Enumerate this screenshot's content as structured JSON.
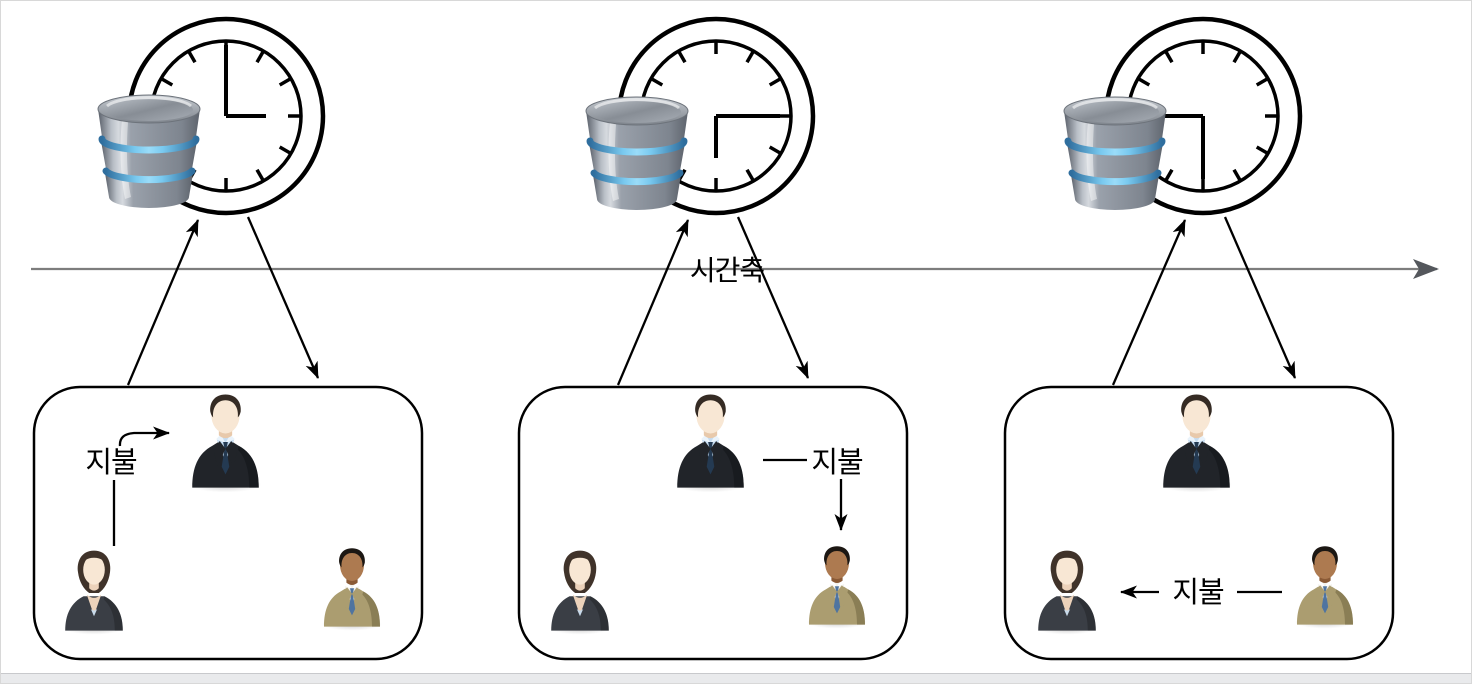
{
  "timeline": {
    "label": "시간축",
    "line_color": "#7d7d7d",
    "arrowhead_color": "#54575c"
  },
  "icons": {
    "database": {
      "name": "database-icon",
      "body_color": "#8d949e",
      "ring_color": "#79c9ef"
    },
    "clock": {
      "name": "clock-icon",
      "outline_color": "#000000"
    }
  },
  "clocks": [
    {
      "long_hand": "up",
      "short_hand": "right"
    },
    {
      "long_hand": "right",
      "short_hand": "down"
    },
    {
      "long_hand": "down",
      "short_hand": "left"
    }
  ],
  "panels": [
    {
      "payment_label": "지불",
      "payment_from": "businesswoman",
      "payment_to": "businessman-black-suit",
      "actors": [
        "businessman-black-suit",
        "businesswoman",
        "businessman-tan-suit"
      ]
    },
    {
      "payment_label": "지불",
      "payment_from": "businessman-black-suit",
      "payment_to": "businessman-tan-suit",
      "actors": [
        "businessman-black-suit",
        "businesswoman",
        "businessman-tan-suit"
      ]
    },
    {
      "payment_label": "지불",
      "payment_from": "businessman-tan-suit",
      "payment_to": "businesswoman",
      "actors": [
        "businessman-black-suit",
        "businesswoman",
        "businessman-tan-suit"
      ]
    }
  ],
  "colors": {
    "background": "#ffffff",
    "box_border": "#000000",
    "bottom_strip": "#e9eaec",
    "suit_black": "#212429",
    "suit_gray": "#3a3e45",
    "suit_tan": "#ab9d70",
    "skin_light": "#f8e7d4",
    "skin_brown": "#ad7a50",
    "shirt_blue": "#c6ddf2",
    "tie_navy": "#243a52",
    "tie_steel_blue": "#4f74a0",
    "db_ring_blue": "#79c9ef"
  }
}
